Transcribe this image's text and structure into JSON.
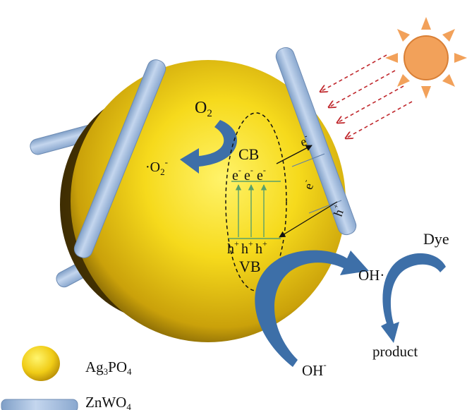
{
  "labels": {
    "o2": "O",
    "o2_sub": "2",
    "superoxide_dot": "·O",
    "superoxide_sub": "2",
    "superoxide_sup": "-",
    "cb": "CB",
    "vb": "VB",
    "electron": "e",
    "electron_sup": "-",
    "hole": "h",
    "hole_sup": "+",
    "oh_radical": "OH·",
    "oh_minus": "OH",
    "oh_minus_sup": "-",
    "dye": "Dye",
    "product": "product"
  },
  "legend": {
    "sphere_label_main": "Ag",
    "sphere_label_sub1": "3",
    "sphere_label_mid": "PO",
    "sphere_label_sub2": "4",
    "rod_label_main": "ZnWO",
    "rod_label_sub": "4"
  },
  "colors": {
    "sphere": "#f2d21a",
    "rod": "#a9c3e2",
    "arrow": "#3d6fa8",
    "sun": "#f2a15a",
    "ray": "#c0282d"
  }
}
